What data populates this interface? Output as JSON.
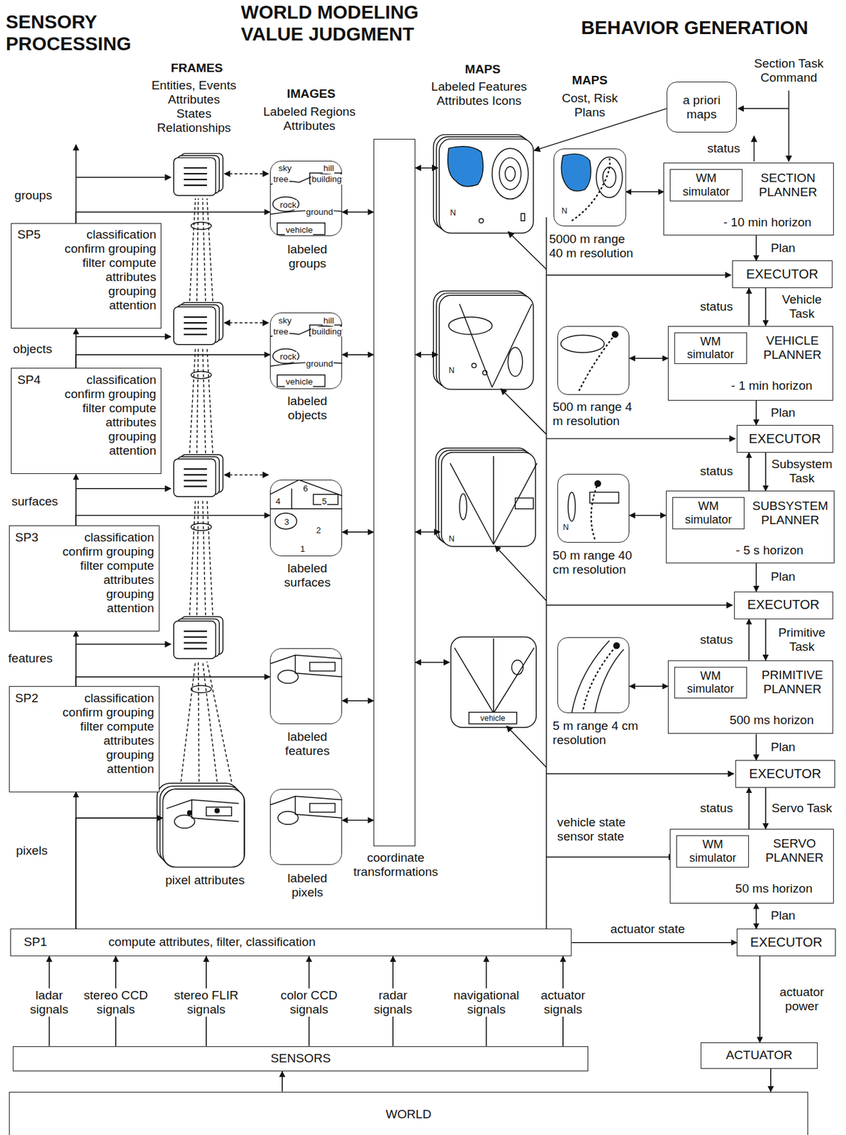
{
  "diagram": {
    "nodes": [
      {
        "text": [
          "SP5",
          "classification confirm grouping filter compute attributes grouping attention"
        ]
      },
      {
        "text": [
          "SP4",
          "classification confirm grouping filter compute attributes grouping attention"
        ]
      },
      {
        "text": [
          "SP3",
          "classification confirm grouping filter compute attributes grouping attention"
        ]
      },
      {
        "text": [
          "SP2",
          "classification confirm grouping filter compute attributes grouping attention"
        ]
      },
      {
        "text": [
          "sky",
          "hill",
          "tree",
          "building",
          "rock",
          "ground",
          "vehicle",
          "labeled groups"
        ]
      },
      {
        "text": [
          "sky",
          "hill",
          "tree",
          "building",
          "rock",
          "ground",
          "vehicle",
          "labeled objects"
        ]
      },
      {
        "text": [
          "6",
          "4",
          "5",
          "3",
          "2",
          "1",
          "labeled surfaces"
        ]
      },
      {
        "text": [
          "labeled features"
        ]
      },
      {
        "text": [
          "pixel attributes"
        ]
      },
      {
        "text": [
          "labeled pixels"
        ]
      },
      {
        "text": [
          "coordinate transformations"
        ]
      },
      {
        "text": [
          "a priori maps"
        ]
      },
      {
        "text": [
          "5000 m range 40 m resolution"
        ]
      },
      {
        "text": [
          "SECTION PLANNER",
          "- 10 min horizon"
        ]
      },
      {
        "text": [
          "WM simulator"
        ],
        "in": 13
      },
      {
        "text": [
          "EXECUTOR"
        ]
      },
      {
        "text": [
          "500 m range 4 m resolution"
        ]
      },
      {
        "text": [
          "VEHICLE PLANNER",
          "- 1 min horizon"
        ]
      },
      {
        "text": [
          "WM simulator"
        ],
        "in": 17
      },
      {
        "text": [
          "EXECUTOR"
        ]
      },
      {
        "text": [
          "50 m range 40 cm resolution"
        ]
      },
      {
        "text": [
          "SUBSYSTEM PLANNER",
          "- 5 s horizon"
        ]
      },
      {
        "text": [
          "WM simulator"
        ],
        "in": 21
      },
      {
        "text": [
          "EXECUTOR"
        ]
      },
      {
        "text": [
          "5 m range 4 cm resolution"
        ]
      },
      {
        "text": [
          "PRIMITIVE PLANNER",
          "500 ms horizon"
        ]
      },
      {
        "text": [
          "WM simulator"
        ],
        "in": 25
      },
      {
        "text": [
          "EXECUTOR"
        ]
      },
      {
        "text": [
          "SERVO PLANNER",
          "50 ms horizon"
        ]
      },
      {
        "text": [
          "WM simulator"
        ],
        "in": 28
      },
      {
        "text": [
          "EXECUTOR"
        ]
      },
      {
        "text": [
          "SP1",
          "compute attributes, filter, classification"
        ]
      },
      {
        "text": [
          "SENSORS"
        ]
      },
      {
        "text": [
          "ACTUATOR"
        ]
      },
      {
        "text": [
          "WORLD"
        ]
      }
    ],
    "edges": [
      {
        "from": 32,
        "to": 31,
        "arrow": "to",
        "label": "ladar signals"
      },
      {
        "from": 32,
        "to": 31,
        "arrow": "to",
        "label": "stereo CCD signals"
      },
      {
        "from": 32,
        "to": 31,
        "arrow": "to",
        "label": "stereo FLIR signals"
      },
      {
        "from": 32,
        "to": 31,
        "arrow": "to",
        "label": "color CCD signals"
      },
      {
        "from": 32,
        "to": 31,
        "arrow": "to",
        "label": "radar signals"
      },
      {
        "from": 32,
        "to": 31,
        "arrow": "to",
        "label": "navigational signals"
      },
      {
        "from": 32,
        "to": 31,
        "arrow": "to",
        "label": "actuator signals"
      },
      {
        "from": 31,
        "to": 3,
        "arrow": "to",
        "label": "pixels"
      },
      {
        "from": 3,
        "to": 2,
        "arrow": "to",
        "label": "features"
      },
      {
        "from": 2,
        "to": 1,
        "arrow": "to",
        "label": "surfaces"
      },
      {
        "from": 1,
        "to": 0,
        "arrow": "to",
        "label": "objects"
      },
      {
        "from": 31,
        "to": 8,
        "arrow": "to"
      },
      {
        "from": 3,
        "to": 7,
        "arrow": "to"
      },
      {
        "from": 2,
        "to": 6,
        "arrow": "to"
      },
      {
        "from": 1,
        "to": 5,
        "arrow": "to"
      },
      {
        "from": 0,
        "to": 4,
        "arrow": "to"
      },
      {
        "from": 4,
        "to": 10,
        "arrow": "both"
      },
      {
        "from": 5,
        "to": 10,
        "arrow": "both"
      },
      {
        "from": 6,
        "to": 10,
        "arrow": "both"
      },
      {
        "from": 7,
        "to": 10,
        "arrow": "both"
      },
      {
        "from": 9,
        "to": 10,
        "arrow": "both"
      },
      {
        "from": 12,
        "to": 13,
        "arrow": "both"
      },
      {
        "from": 16,
        "to": 17,
        "arrow": "both"
      },
      {
        "from": 20,
        "to": 21,
        "arrow": "both"
      },
      {
        "from": 24,
        "to": 25,
        "arrow": "both"
      },
      {
        "from": 13,
        "to": 15,
        "arrow": "to",
        "label": "Plan"
      },
      {
        "from": 15,
        "to": 17,
        "arrow": "to",
        "label": "Vehicle Task"
      },
      {
        "from": 17,
        "to": 15,
        "arrow": "to",
        "label": "status"
      },
      {
        "from": 17,
        "to": 19,
        "arrow": "to",
        "label": "Plan"
      },
      {
        "from": 19,
        "to": 21,
        "arrow": "to",
        "label": "Subsystem Task"
      },
      {
        "from": 21,
        "to": 19,
        "arrow": "to",
        "label": "status"
      },
      {
        "from": 21,
        "to": 23,
        "arrow": "to",
        "label": "Plan"
      },
      {
        "from": 23,
        "to": 25,
        "arrow": "to",
        "label": "Primitive Task"
      },
      {
        "from": 25,
        "to": 23,
        "arrow": "to",
        "label": "status"
      },
      {
        "from": 25,
        "to": 27,
        "arrow": "to",
        "label": "Plan"
      },
      {
        "from": 27,
        "to": 28,
        "arrow": "to",
        "label": "Servo Task"
      },
      {
        "from": 28,
        "to": 27,
        "arrow": "to",
        "label": "status"
      },
      {
        "from": 28,
        "to": 30,
        "arrow": "both",
        "label": "Plan"
      },
      {
        "from": 31,
        "to": 30,
        "arrow": "to",
        "label": "actuator state"
      },
      {
        "from": 30,
        "to": 33,
        "arrow": "to",
        "label": "actuator power"
      },
      {
        "from": 33,
        "to": 34,
        "arrow": "to"
      },
      {
        "from": 34,
        "to": 32,
        "arrow": "to"
      }
    ],
    "labels": [
      "SENSORY PROCESSING",
      "WORLD MODELING VALUE JUDGMENT",
      "BEHAVIOR GENERATION",
      "FRAMES",
      "Entities, Events Attributes States Relationships",
      "IMAGES",
      "Labeled Regions Attributes",
      "MAPS",
      "Labeled Features Attributes Icons",
      "MAPS",
      "Cost, Risk Plans",
      "Section Task Command",
      "status",
      "groups",
      "vehicle state sensor state",
      "N",
      "N",
      "N",
      "N",
      "N",
      "vehicle"
    ]
  }
}
